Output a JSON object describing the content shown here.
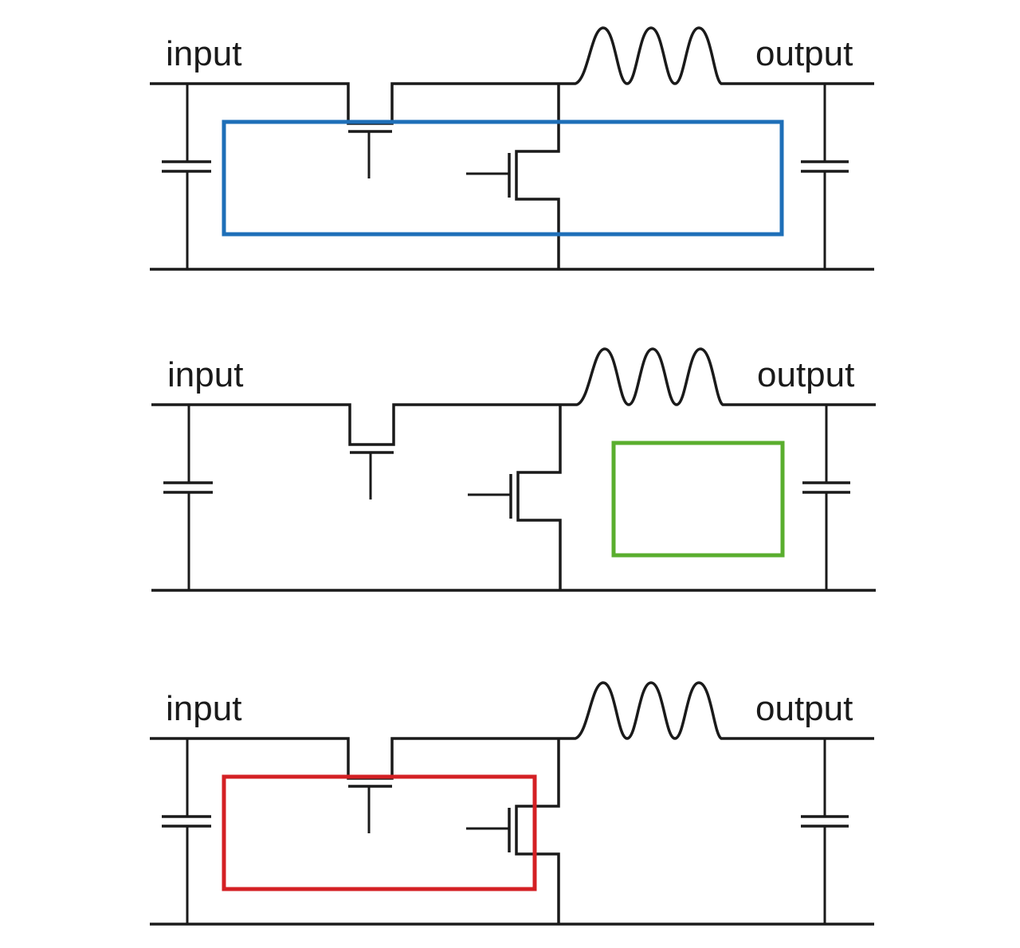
{
  "diagram": {
    "type": "circuit-schematic",
    "panels": [
      {
        "id": "panel-1",
        "input_label": "input",
        "output_label": "output",
        "highlight": {
          "color": "#1e6fb8",
          "name": "blue",
          "region": "transistors-and-node"
        }
      },
      {
        "id": "panel-2",
        "input_label": "input",
        "output_label": "output",
        "highlight": {
          "color": "#5aae2e",
          "name": "green",
          "region": "output-side"
        }
      },
      {
        "id": "panel-3",
        "input_label": "input",
        "output_label": "output",
        "highlight": {
          "color": "#d42024",
          "name": "red",
          "region": "input-side-transistors"
        }
      }
    ],
    "components": [
      "input-capacitor",
      "nmos-transistor",
      "pmos-transistor",
      "inductor",
      "output-capacitor"
    ]
  }
}
